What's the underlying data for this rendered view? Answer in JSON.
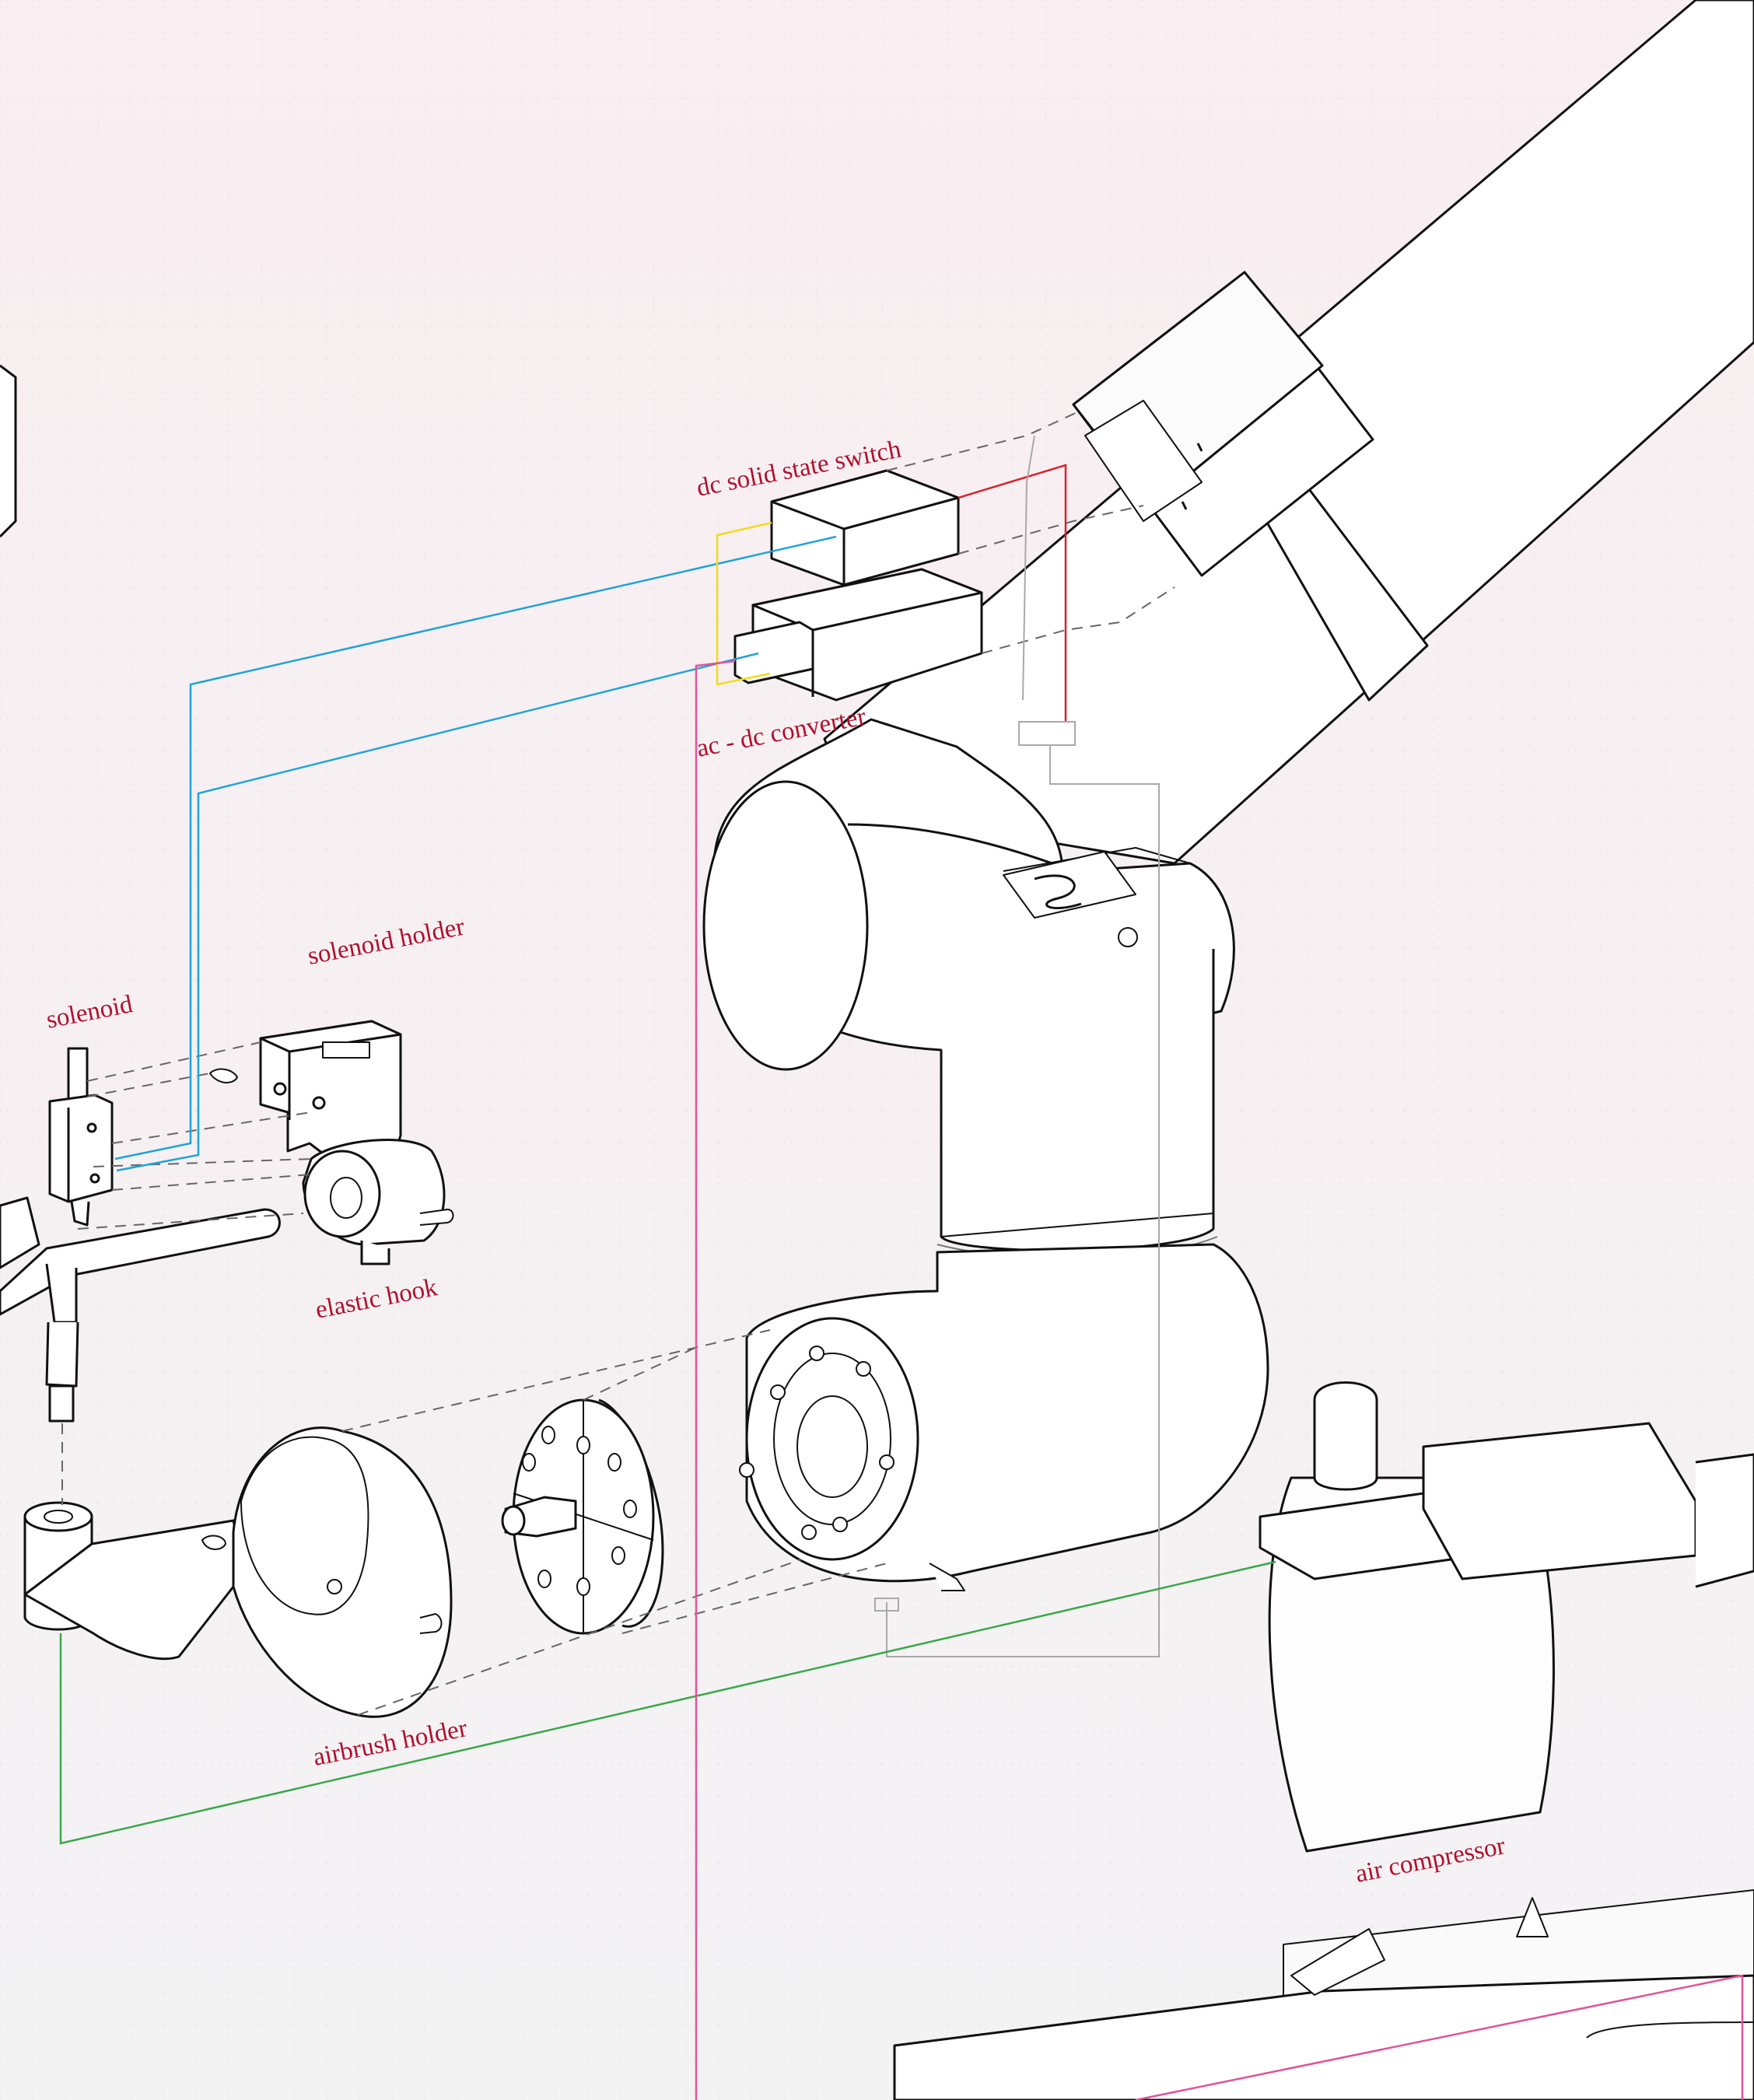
{
  "labels": {
    "dc_switch": "dc solid state switch",
    "ac_dc": "ac - dc converter",
    "solenoid": "solenoid",
    "solenoid_holder": "solenoid holder",
    "elastic_hook": "elastic hook",
    "airbrush_holder": "airbrush holder",
    "air_compressor": "air compressor"
  },
  "colors": {
    "label": "#b0102e",
    "outline": "#111111",
    "faint": "#9a9a9a",
    "wire_blue": "#1fa3d8",
    "wire_red": "#d8222a",
    "wire_yellow": "#f2dc18",
    "wire_green": "#3aa84a",
    "wire_pink": "#e0539a",
    "background_top": "#f9eef1",
    "background_bottom": "#f3f3f4"
  }
}
